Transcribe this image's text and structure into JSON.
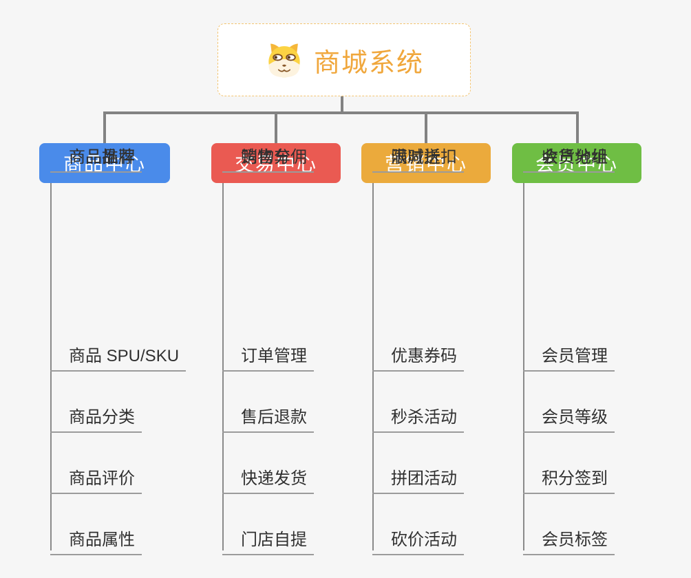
{
  "diagram": {
    "background_color": "#f6f6f6",
    "connector_color": "#828282",
    "leaf_line_color": "#9b9b9b",
    "leaf_text_color": "#303030",
    "root": {
      "title": "商城系统",
      "icon": "dog-face-icon",
      "text_color": "#f0a73c",
      "border_color": "#f3c471",
      "background_color": "#ffffff"
    },
    "branches": [
      {
        "label": "商品中心",
        "color": "#4a8bea",
        "items": [
          "商品 SPU/SKU",
          "商品分类",
          "商品评价",
          "商品属性",
          "商品推荐",
          "商品品牌"
        ]
      },
      {
        "label": "交易中心",
        "color": "#ea5a52",
        "items": [
          "订单管理",
          "售后退款",
          "快递发货",
          "门店自提",
          "购物车",
          "销售分佣"
        ]
      },
      {
        "label": "营销中心",
        "color": "#ebaa3c",
        "items": [
          "优惠券码",
          "秒杀活动",
          "拼团活动",
          "砍价活动",
          "限时折扣",
          "满减送"
        ]
      },
      {
        "label": "会员中心",
        "color": "#6fbe44",
        "items": [
          "会员管理",
          "会员等级",
          "积分签到",
          "会员标签",
          "会员分组",
          "收货地址"
        ]
      }
    ]
  }
}
